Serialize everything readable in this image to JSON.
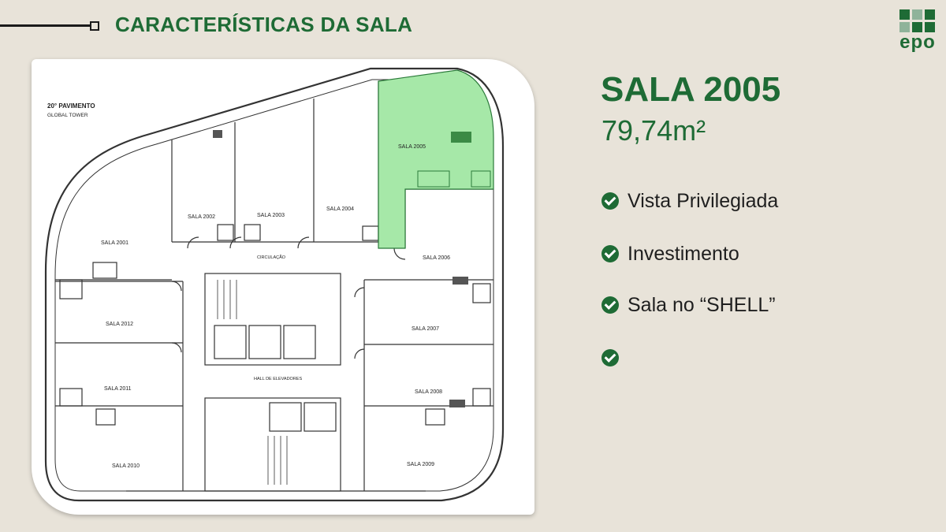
{
  "header": {
    "title": "CARACTERÍSTICAS DA SALA"
  },
  "logo": {
    "text": "epo",
    "icon": "epo-logo-grid",
    "colors": [
      "#1e6b35",
      "#8fb39a"
    ]
  },
  "floorplan": {
    "title": "20° PAVIMENTO",
    "subtitle": "GLOBAL TOWER",
    "highlight_color": "#a6e8a8",
    "highlighted_room": "SALA 2005",
    "rooms": [
      "SALA 2001",
      "SALA 2002",
      "SALA 2003",
      "SALA 2004",
      "SALA 2005",
      "SALA 2006",
      "SALA 2007",
      "SALA 2008",
      "SALA 2009",
      "SALA 2010",
      "SALA 2011",
      "SALA 2012"
    ],
    "circulation_label": "CIRCULAÇÃO",
    "hall_label": "HALL DE ELEVADORES"
  },
  "room": {
    "name": "SALA 2005",
    "area": "79,74m²"
  },
  "features": [
    {
      "label": "Vista Privilegiada",
      "icon": "check-circle-icon"
    },
    {
      "label": "Investimento",
      "icon": "check-circle-icon"
    },
    {
      "label": "Sala no “SHELL”",
      "icon": "check-circle-icon"
    },
    {
      "label": "",
      "icon": "check-circle-icon"
    }
  ],
  "colors": {
    "accent": "#1e6b35",
    "background": "#e8e3d9"
  }
}
